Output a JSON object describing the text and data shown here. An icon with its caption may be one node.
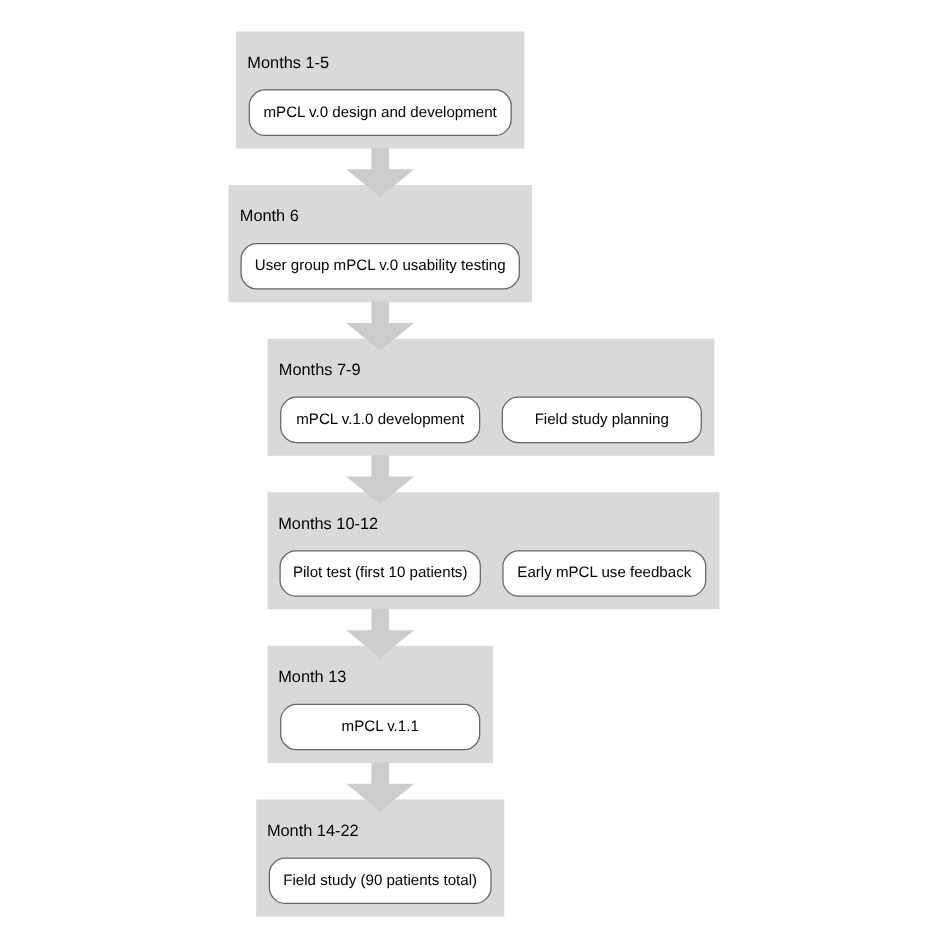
{
  "diagram": {
    "nodes": [
      {
        "text": [
          "Months 1-5"
        ]
      },
      {
        "text": [
          "mPCL v.0 design and development"
        ],
        "in": 0
      },
      {
        "text": [
          "Month 6"
        ]
      },
      {
        "text": [
          "User group mPCL v.0 usability testing"
        ],
        "in": 2
      },
      {
        "text": [
          "Months 7-9"
        ]
      },
      {
        "text": [
          "mPCL v.1.0 development"
        ],
        "in": 4
      },
      {
        "text": [
          "Field study planning"
        ],
        "in": 4
      },
      {
        "text": [
          "Months 10-12"
        ]
      },
      {
        "text": [
          "Pilot test (first 10 patients)"
        ],
        "in": 7
      },
      {
        "text": [
          "Early mPCL use feedback"
        ],
        "in": 7
      },
      {
        "text": [
          "Month 13"
        ]
      },
      {
        "text": [
          "mPCL v.1.1"
        ],
        "in": 10
      },
      {
        "text": [
          "Month 14-22"
        ]
      },
      {
        "text": [
          "Field study (90 patients total)"
        ],
        "in": 12
      }
    ],
    "edges": [
      {
        "from": 0,
        "to": 2,
        "arrow": "to"
      },
      {
        "from": 2,
        "to": 4,
        "arrow": "to"
      },
      {
        "from": 4,
        "to": 7,
        "arrow": "to"
      },
      {
        "from": 7,
        "to": 10,
        "arrow": "to"
      },
      {
        "from": 10,
        "to": 12,
        "arrow": "to"
      }
    ]
  }
}
